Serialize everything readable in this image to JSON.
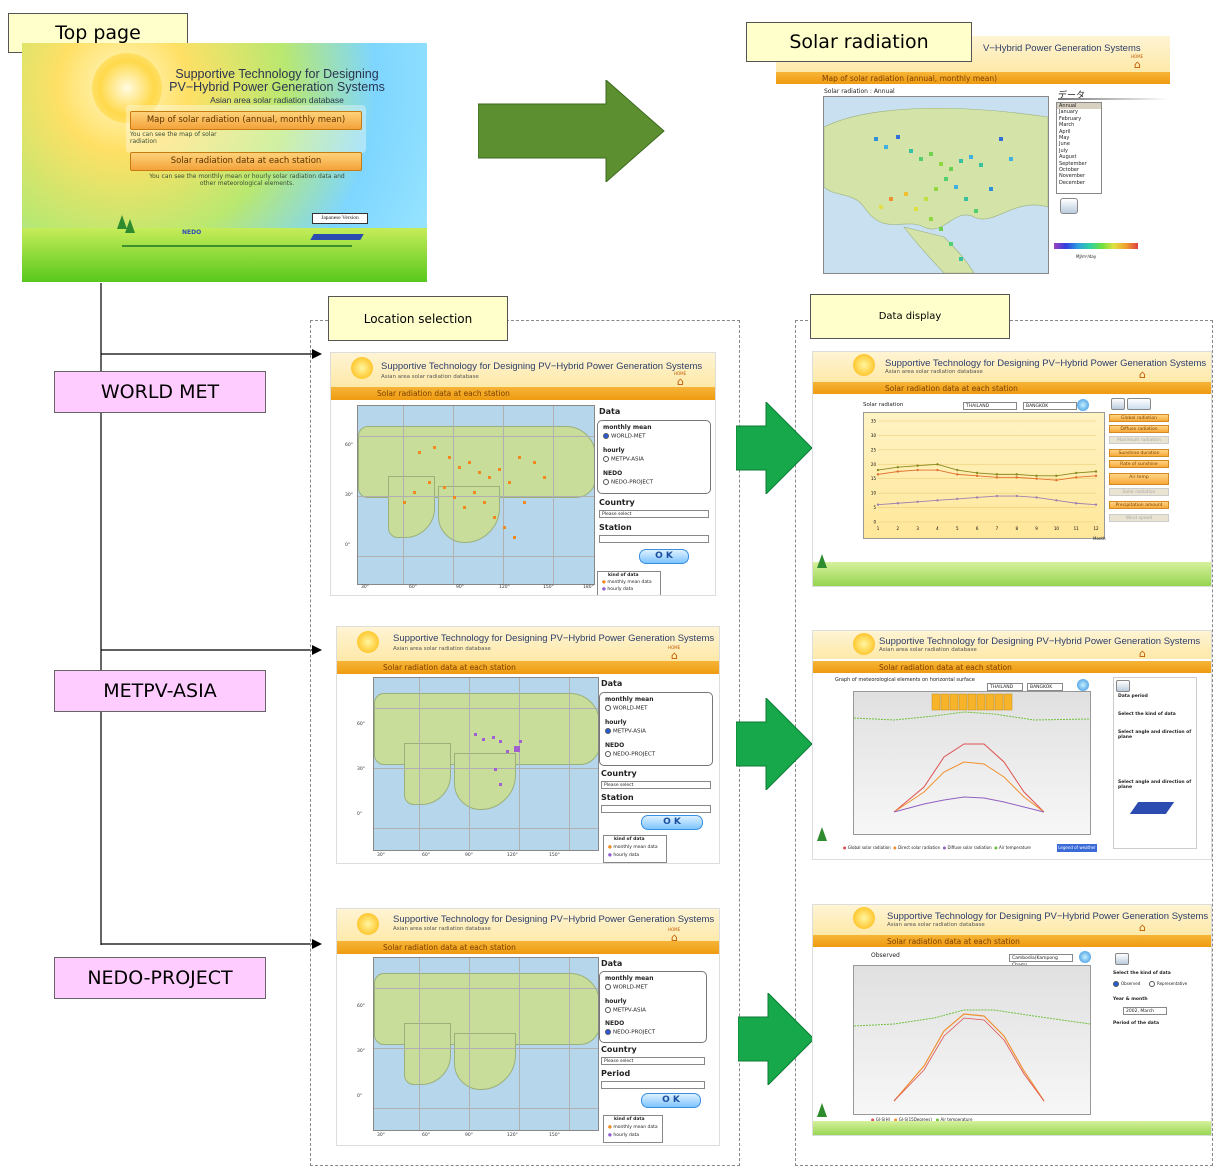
{
  "labels": {
    "top_page": "Top page",
    "solar_radiation": "Solar radiation",
    "location_selection": "Location selection",
    "data_display": "Data display",
    "world_met": "WORLD MET",
    "metpv_asia": "METPV-ASIA",
    "nedo_project": "NEDO-PROJECT"
  },
  "top_page_screen": {
    "title_line1": "Supportive Technology for Designing",
    "title_line2": "PV−Hybrid Power Generation Systems",
    "subtitle": "Asian area solar radiation database",
    "button_map": "Map of solar radiation (annual, monthly mean)",
    "button_map_desc": "You can see the map of solar radiation",
    "button_station": "Solar radiation data at each station",
    "button_station_desc": "You can see the monthly mean or hourly solar radiation data and other meteorological elements.",
    "japanese_version": "Japanese Version",
    "logos": "NEDO"
  },
  "solar_map_screen": {
    "title_fragment": "V−Hybrid Power Generation Systems",
    "bar_title": "Map of solar radiation (annual, monthly mean)",
    "map_caption": "Solar radiation : Annual",
    "home": "HOME",
    "data_heading": "データ",
    "months": [
      "Annual",
      "January",
      "February",
      "March",
      "April",
      "May",
      "June",
      "July",
      "August",
      "September",
      "October",
      "November",
      "December"
    ],
    "scale_unit": "MJ/m²/day"
  },
  "location_screen": {
    "title": "Supportive Technology for Designing PV−Hybrid Power Generation Systems",
    "subtitle": "Asian area solar radiation database",
    "bar_title": "Solar radiation data at each station",
    "home": "HOME",
    "data": "Data",
    "monthly_mean": "monthly mean",
    "world_met_opt": "WORLD-MET",
    "hourly": "hourly",
    "metpv_opt": "METPV-ASIA",
    "nedo": "NEDO",
    "nedo_opt": "NEDO-PROJECT",
    "country": "Country",
    "station": "Station",
    "period": "Period",
    "please_select": "Please select",
    "ok": "O K",
    "kind_of_data": "kind of data",
    "legend_monthly": "monthly mean data",
    "legend_hourly": "hourly data",
    "lat_labels": [
      "60°",
      "30°",
      "0°"
    ],
    "lon_labels": [
      "30°",
      "60°",
      "90°",
      "120°",
      "150°",
      "180°"
    ]
  },
  "display_screen": {
    "title": "Supportive Technology for Designing PV−Hybrid Power Generation Systems",
    "subtitle": "Asian area solar radiation database",
    "bar_title": "Solar radiation data at each station",
    "home": "HOME",
    "chart1_title": "Solar radiation",
    "country_value": "THAILAND",
    "station_value": "BANGKOK",
    "chart1_buttons": [
      "Global radiation",
      "Diffuse radiation",
      "Maximum radiation",
      "Sunshine duration",
      "Rate of sunshine",
      "Air temp",
      "Solar radiation",
      "Precipitation amount",
      "Wind speed"
    ],
    "chart1_xlabel": "Month",
    "chart2_title": "Graph of meteorological elements on horizontal surface",
    "chart2_period": "Data period",
    "chart2_kind": "Select the kind of data",
    "chart2_angle": "Select angle and direction of plane",
    "chart2_legend": [
      "Global solar radiation",
      "Direct solar radiation",
      "Diffuse solar radiation",
      "Air temperature"
    ],
    "chart2_legend_btn": "Legend of weather",
    "chart3_title": "Observed",
    "chart3_station": "Cambodia(Kampong Cham)",
    "chart3_kind": "Select the kind of data",
    "chart3_opt1": "Observed",
    "chart3_opt2": "Representative",
    "chart3_ym": "Year & month",
    "chart3_ym_value": "2002, March",
    "chart3_period": "Period of the data",
    "chart3_legend": [
      "GI-S(H)",
      "GI-S(15Degrees)",
      "Air temperature"
    ]
  },
  "colors": {
    "arrow_olive": "#5b8f30",
    "arrow_green": "#16a84a",
    "orange": "#ef9b10",
    "line_color": "#000000"
  },
  "chart_data": [
    {
      "type": "line",
      "title": "Solar radiation",
      "xlabel": "Month",
      "ylabel": "",
      "categories": [
        "1",
        "2",
        "3",
        "4",
        "5",
        "6",
        "7",
        "8",
        "9",
        "10",
        "11",
        "12"
      ],
      "ylim": [
        0,
        35
      ],
      "series": [
        {
          "name": "Global radiation",
          "values": [
            18,
            19,
            19.5,
            20,
            18,
            17,
            16.5,
            16.5,
            16,
            16,
            17,
            17.5
          ]
        },
        {
          "name": "Diffuse radiation",
          "values": [
            16.5,
            17.5,
            18,
            18,
            16.5,
            16,
            15.5,
            15.5,
            15,
            14.5,
            15.5,
            16
          ]
        },
        {
          "name": "Maximum radiation",
          "values": [
            6,
            6.5,
            7,
            7.5,
            8,
            8.5,
            9,
            9,
            8.5,
            7.5,
            6.5,
            6
          ]
        }
      ]
    }
  ]
}
